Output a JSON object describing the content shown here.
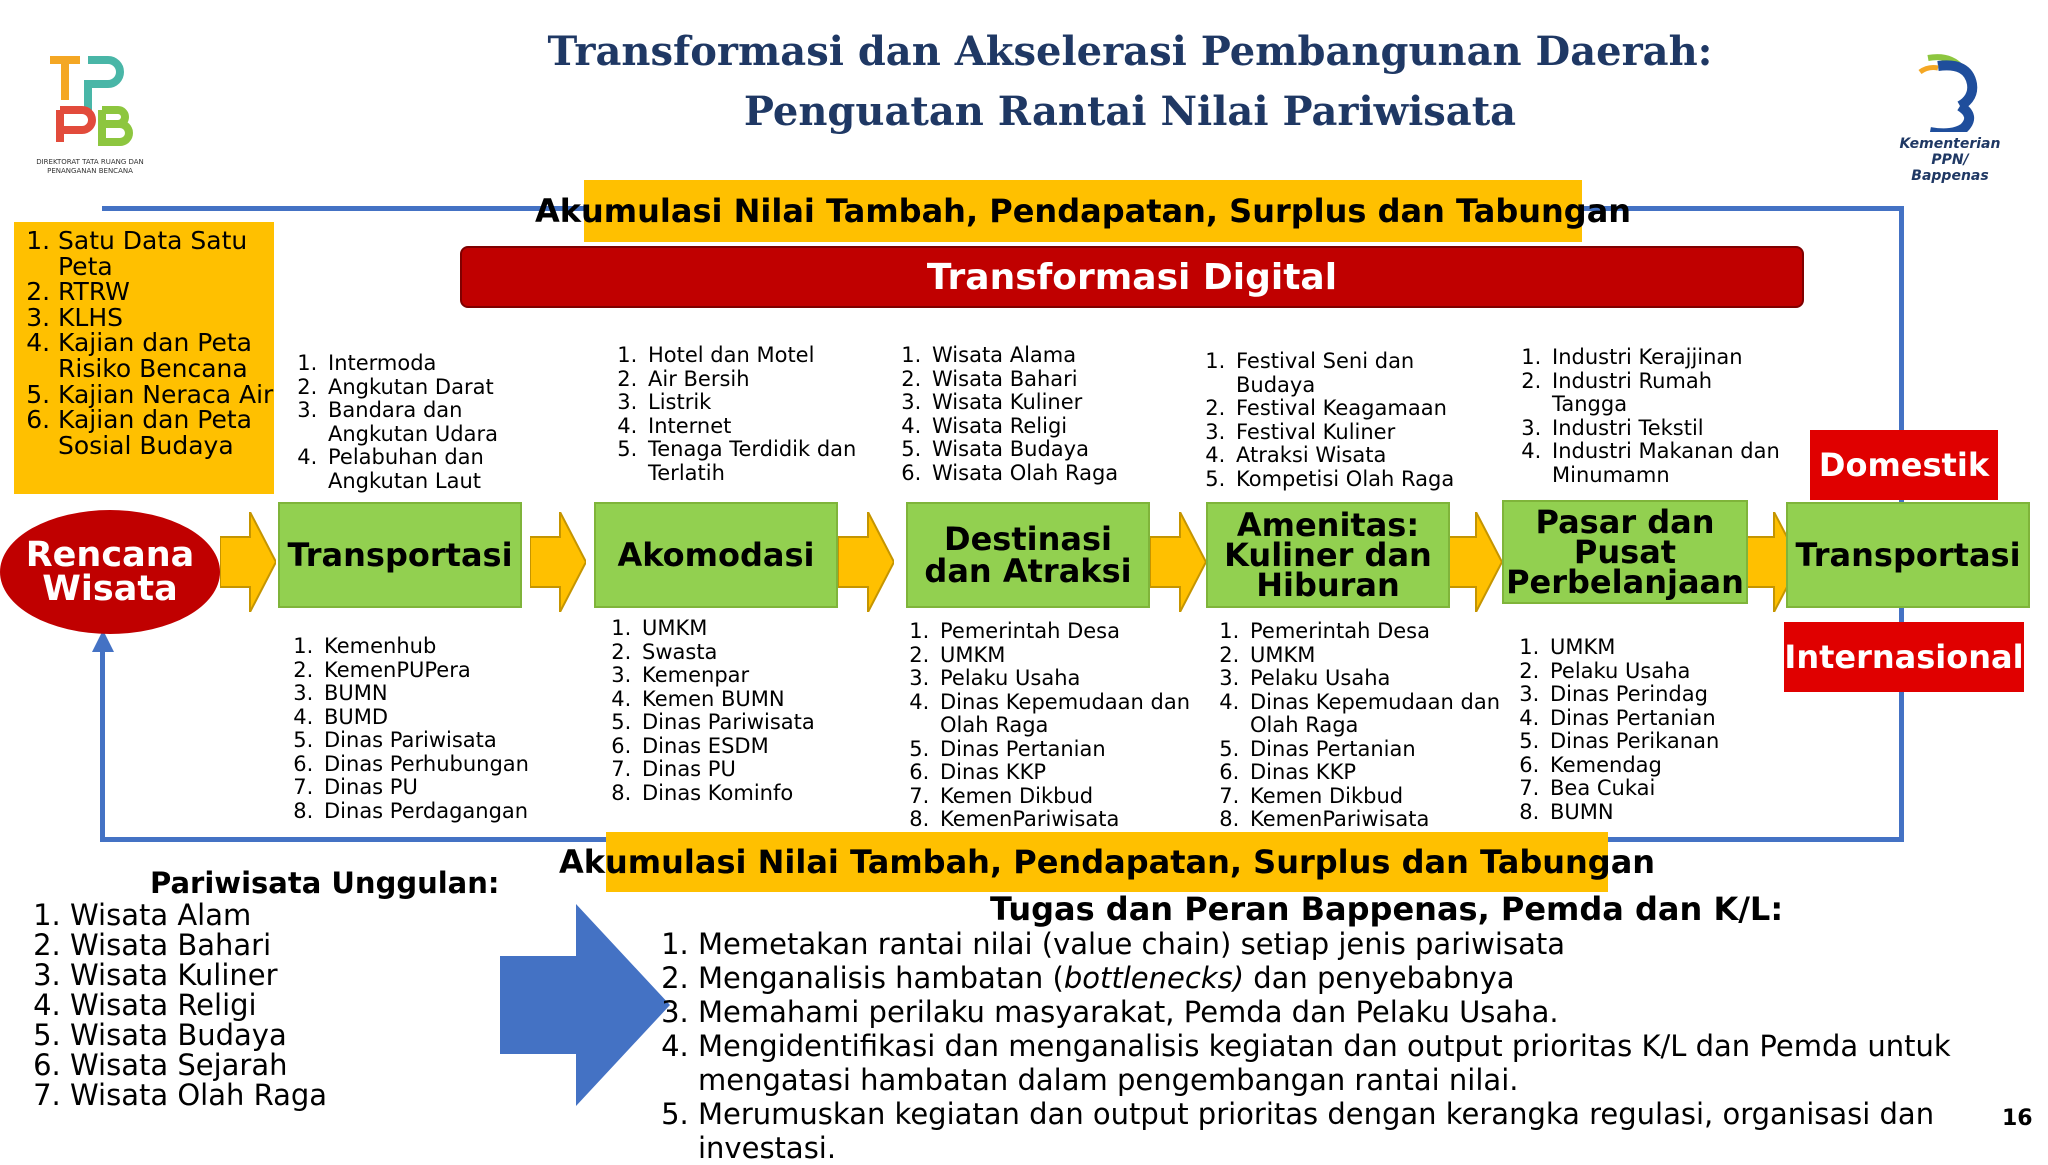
{
  "header": {
    "title_line1": "Transformasi dan Akselerasi Pembangunan Daerah:",
    "title_line2": "Penguatan Rantai Nilai Pariwisata",
    "left_logo_text": "TRPB",
    "left_logo_caption_1": "DIREKTORAT TATA RUANG DAN",
    "left_logo_caption_2": "PENANGANAN BENCANA",
    "right_logo_caption_1": "Kementerian PPN/",
    "right_logo_caption_2": "Bappenas"
  },
  "banner_top": "Akumulasi Nilai Tambah, Pendapatan, Surplus dan Tabungan",
  "banner_bottom": "Akumulasi Nilai Tambah, Pendapatan, Surplus dan Tabungan",
  "digital_bar": "Transformasi Digital",
  "side_box": [
    "Satu Data Satu Peta",
    "RTRW",
    "KLHS",
    "Kajian dan Peta Risiko Bencana",
    "Kajian Neraca Air",
    "Kajian dan Peta Sosial Budaya"
  ],
  "start_node": {
    "line1": "Rencana",
    "line2": "Wisata"
  },
  "stages": [
    {
      "label": "Transportasi"
    },
    {
      "label": "Akomodasi"
    },
    {
      "label_line1": "Destinasi",
      "label_line2": "dan Atraksi"
    },
    {
      "label_line1": "Amenitas:",
      "label_line2": "Kuliner dan",
      "label_line3": "Hiburan"
    },
    {
      "label_line1": "Pasar dan",
      "label_line2": "Pusat",
      "label_line3": "Perbelanjaan"
    },
    {
      "label": "Transportasi"
    }
  ],
  "top_lists": [
    [
      "Intermoda",
      "Angkutan Darat",
      "Bandara dan Angkutan Udara",
      "Pelabuhan dan Angkutan Laut"
    ],
    [
      "Hotel dan Motel",
      "Air Bersih",
      "Listrik",
      "Internet",
      "Tenaga Terdidik dan Terlatih"
    ],
    [
      "Wisata Alama",
      "Wisata Bahari",
      "Wisata Kuliner",
      "Wisata Religi",
      "Wisata Budaya",
      "Wisata Olah Raga"
    ],
    [
      "Festival Seni dan Budaya",
      "Festival Keagamaan",
      "Festival Kuliner",
      "Atraksi Wisata",
      "Kompetisi Olah Raga"
    ],
    [
      "Industri Kerajjinan",
      "Industri Rumah Tangga",
      "Industri Tekstil",
      "Industri Makanan dan Minumamn"
    ]
  ],
  "bottom_lists": [
    [
      "Kemenhub",
      "KemenPUPera",
      "BUMN",
      "BUMD",
      "Dinas Pariwisata",
      "Dinas Perhubungan",
      "Dinas PU",
      "Dinas Perdagangan"
    ],
    [
      "UMKM",
      "Swasta",
      "Kemenpar",
      "Kemen BUMN",
      "Dinas Pariwisata",
      "Dinas ESDM",
      "Dinas PU",
      "Dinas Kominfo"
    ],
    [
      "Pemerintah Desa",
      "UMKM",
      "Pelaku Usaha",
      "Dinas Kepemudaan dan Olah Raga",
      "Dinas Pertanian",
      "Dinas KKP",
      "Kemen Dikbud",
      "KemenPariwisata"
    ],
    [
      "Pemerintah Desa",
      "UMKM",
      "Pelaku Usaha",
      "Dinas Kepemudaan dan Olah Raga",
      "Dinas Pertanian",
      "Dinas KKP",
      "Kemen Dikbud",
      "KemenPariwisata"
    ],
    [
      "UMKM",
      "Pelaku Usaha",
      "Dinas Perindag",
      "Dinas Pertanian",
      "Dinas Perikanan",
      "Kemendag",
      "Bea Cukai",
      "BUMN"
    ]
  ],
  "market": {
    "domestic": "Domestik",
    "international": "Internasional"
  },
  "unggulan": {
    "heading": "Pariwisata Unggulan:",
    "items": [
      "Wisata Alam",
      "Wisata Bahari",
      "Wisata Kuliner",
      "Wisata Religi",
      "Wisata Budaya",
      "Wisata Sejarah",
      "Wisata Olah Raga"
    ]
  },
  "tugas": {
    "heading": "Tugas dan Peran Bappenas, Pemda dan K/L:",
    "items": [
      "Memetakan rantai nilai (value chain) setiap jenis pariwisata",
      "Menganalisis hambatan (bottlenecks) dan penyebabnya",
      "Memahami perilaku masyarakat, Pemda dan Pelaku Usaha.",
      "Mengidentifikasi dan menganalisis kegiatan dan output prioritas K/L dan Pemda untuk mengatasi hambatan dalam pengembangan rantai nilai.",
      "Merumuskan kegiatan dan output prioritas dengan kerangka regulasi, organisasi dan investasi."
    ],
    "item2_prefix": "Menganalisis hambatan (",
    "item2_italic": "bottlenecks)",
    "item2_suffix": " dan penyebabnya"
  },
  "page_number": "16",
  "colors": {
    "title": "#1f3864",
    "yellow": "#ffc000",
    "green": "#92d050",
    "red": "#c00000",
    "blue_line": "#4472c4",
    "blue_arrow": "#4472c4"
  }
}
